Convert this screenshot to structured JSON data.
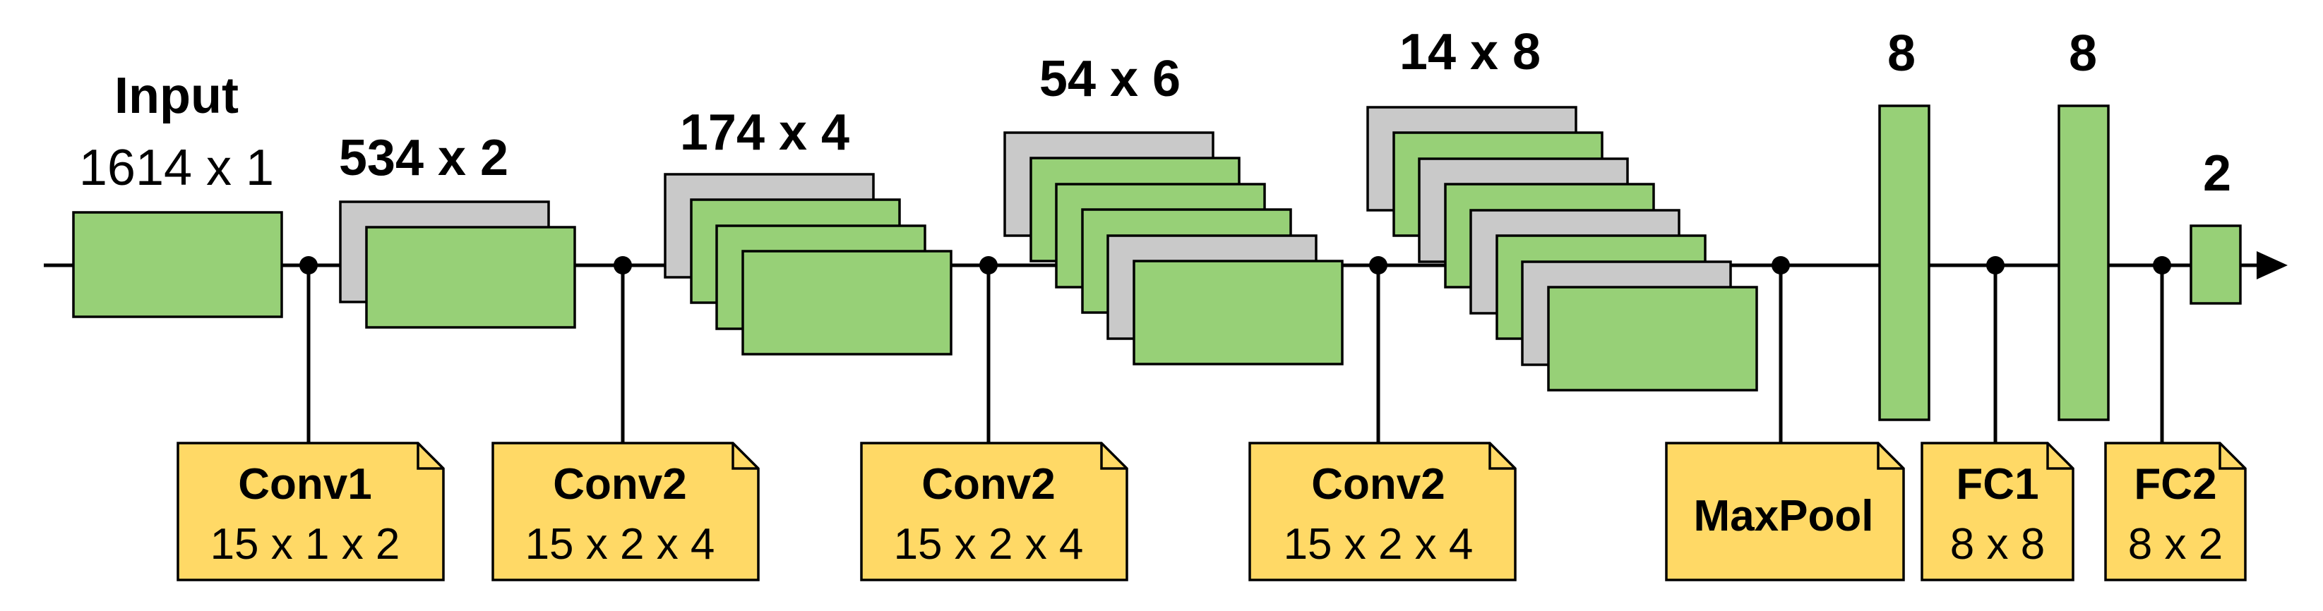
{
  "layers": {
    "input": {
      "title": "Input",
      "size": "1614 x 1"
    },
    "l1": {
      "size": "534 x 2"
    },
    "l2": {
      "size": "174 x 4"
    },
    "l3": {
      "size": "54 x 6"
    },
    "l4": {
      "size": "14 x 8"
    },
    "l5": {
      "size": "8"
    },
    "l6": {
      "size": "8"
    },
    "l7": {
      "size": "2"
    }
  },
  "ops": [
    {
      "name": "Conv1",
      "params": "15 x 1 x 2"
    },
    {
      "name": "Conv2",
      "params": "15 x 2 x 4"
    },
    {
      "name": "Conv2",
      "params": "15 x 2 x 4"
    },
    {
      "name": "Conv2",
      "params": "15 x 2 x 4"
    },
    {
      "name": "MaxPool",
      "params": ""
    },
    {
      "name": "FC1",
      "params": "8 x 8"
    },
    {
      "name": "FC2",
      "params": "8 x 2"
    }
  ],
  "colors": {
    "feature_map": "#97d077",
    "feature_map_alt": "#c9c9c9",
    "operation_note": "#ffd966",
    "line": "#000000"
  }
}
